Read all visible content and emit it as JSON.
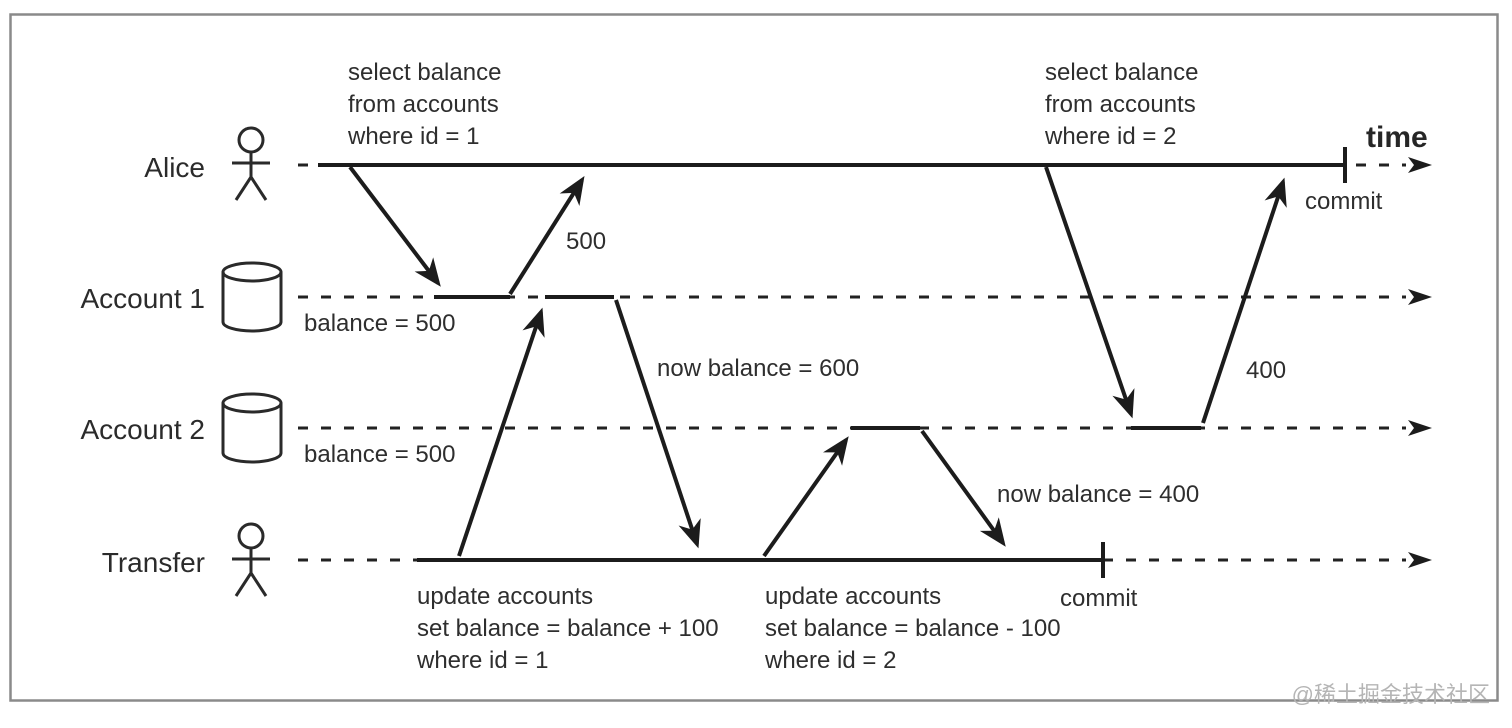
{
  "diagram": {
    "time_label": "time",
    "lanes": [
      {
        "id": "alice",
        "label": "Alice",
        "icon": "person-icon"
      },
      {
        "id": "account1",
        "label": "Account 1",
        "icon": "database-icon"
      },
      {
        "id": "account2",
        "label": "Account 2",
        "icon": "database-icon"
      },
      {
        "id": "transfer",
        "label": "Transfer",
        "icon": "person-icon"
      }
    ],
    "annotations": {
      "alice_query_1": [
        "select balance",
        "from accounts",
        "where id = 1"
      ],
      "alice_query_2": [
        "select balance",
        "from accounts",
        "where id = 2"
      ],
      "response_500": "500",
      "response_400": "400",
      "acct1_balance": "balance = 500",
      "acct2_balance": "balance = 500",
      "now_balance_600": "now balance = 600",
      "now_balance_400": "now balance = 400",
      "transfer_update_1": [
        "update accounts",
        "set balance = balance + 100",
        "where id = 1"
      ],
      "transfer_update_2": [
        "update accounts",
        "set balance = balance - 100",
        "where id = 2"
      ],
      "transfer_commit": "commit",
      "alice_commit": "commit"
    },
    "colors": {
      "ink": "#1c1c1c",
      "border": "#8a8a8a",
      "watermark": "#b5b5b5"
    }
  },
  "watermark": "@稀土掘金技术社区"
}
